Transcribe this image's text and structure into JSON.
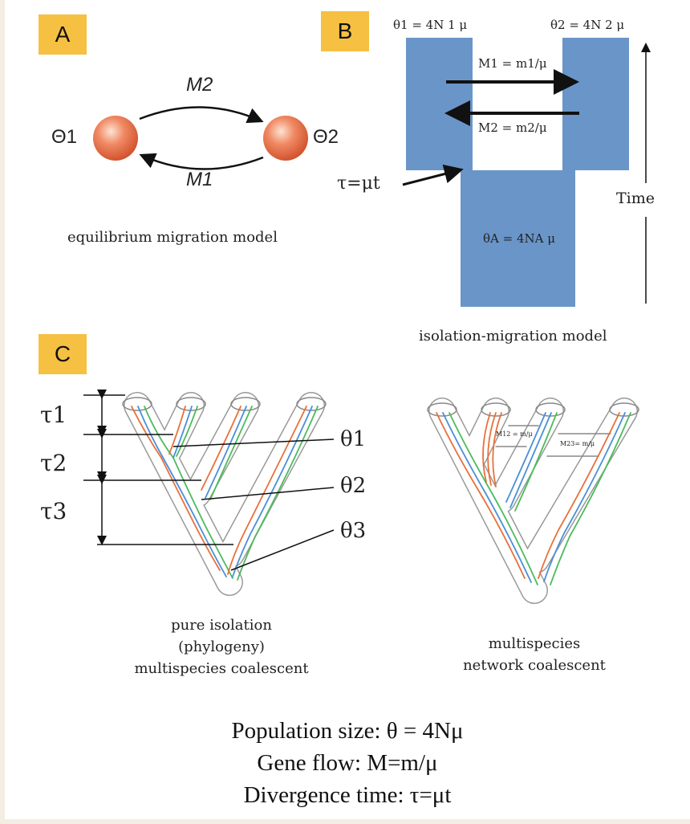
{
  "panels": {
    "a": {
      "badge": "A",
      "theta1": "Θ1",
      "theta2": "Θ2",
      "m2": "M2",
      "m1": "M1",
      "caption": "equilibrium migration model"
    },
    "b": {
      "badge": "B",
      "theta1": "θ1 = 4N 1 μ",
      "theta2": "θ2 = 4N 2 μ",
      "m1": "M1 = m1/μ",
      "m2": "M2 = m2/μ",
      "tau": "τ=μt",
      "thetaA": "θA = 4NA μ",
      "time": "Time",
      "caption": "isolation-migration model",
      "colors": {
        "population": "#6a95c8"
      }
    },
    "c": {
      "badge": "C",
      "tau1": "τ1",
      "tau2": "τ2",
      "tau3": "τ3",
      "theta1": "θ1",
      "theta2": "θ2",
      "theta3": "θ3",
      "migration_label_1": "M12 = m/μ",
      "migration_label_2": "M23= m/μ",
      "caption_left": [
        "pure isolation",
        "(phylogeny)",
        "multispecies coalescent"
      ],
      "caption_right": [
        "multispecies",
        "network coalescent"
      ],
      "colors": {
        "lineage1": "#e8703a",
        "lineage2": "#4a8fd8",
        "lineage3": "#4cbb5a"
      }
    }
  },
  "legend": [
    "Population size: θ = 4Nμ",
    "Gene flow: M=m/μ",
    "Divergence time: τ=μt"
  ],
  "colors": {
    "badge": "#f6c042",
    "sphere": "#e8724a"
  }
}
